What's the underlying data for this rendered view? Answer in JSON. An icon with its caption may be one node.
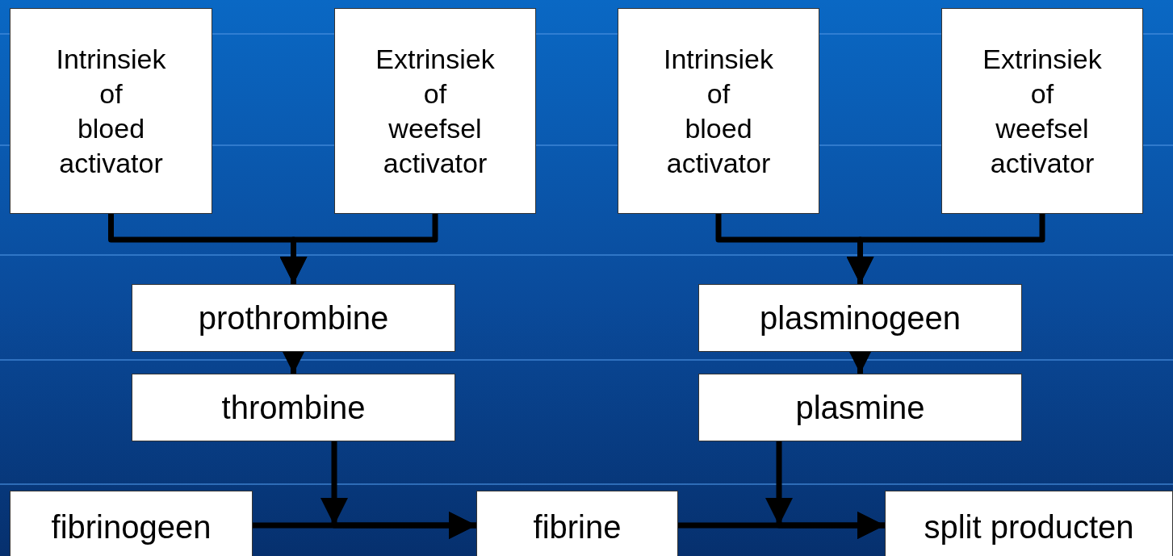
{
  "diagram": {
    "nodes": [
      {
        "text": [
          "Intrinsiek of bloed activator"
        ]
      },
      {
        "text": [
          "Extrinsiek of weefsel activator"
        ]
      },
      {
        "text": [
          "Intrinsiek of bloed activator"
        ]
      },
      {
        "text": [
          "Extrinsiek of weefsel activator"
        ]
      },
      {
        "text": [
          "prothrombine"
        ]
      },
      {
        "text": [
          "plasminogeen"
        ]
      },
      {
        "text": [
          "thrombine"
        ]
      },
      {
        "text": [
          "plasmine"
        ]
      },
      {
        "text": [
          "fibrinogeen"
        ]
      },
      {
        "text": [
          "fibrine"
        ]
      },
      {
        "text": [
          "split producten"
        ]
      }
    ],
    "edges": [
      {
        "from": 0,
        "to": 4,
        "arrow": "to"
      },
      {
        "from": 1,
        "to": 4,
        "arrow": "to"
      },
      {
        "from": 4,
        "to": 6,
        "arrow": "to"
      },
      {
        "from": 2,
        "to": 5,
        "arrow": "to"
      },
      {
        "from": 3,
        "to": 5,
        "arrow": "to"
      },
      {
        "from": 5,
        "to": 7,
        "arrow": "to"
      },
      {
        "from": 6,
        "to": 9,
        "arrow": "to"
      },
      {
        "from": 8,
        "to": 9,
        "arrow": "to"
      },
      {
        "from": 7,
        "to": 10,
        "arrow": "to"
      },
      {
        "from": 9,
        "to": 10,
        "arrow": "to"
      }
    ]
  }
}
